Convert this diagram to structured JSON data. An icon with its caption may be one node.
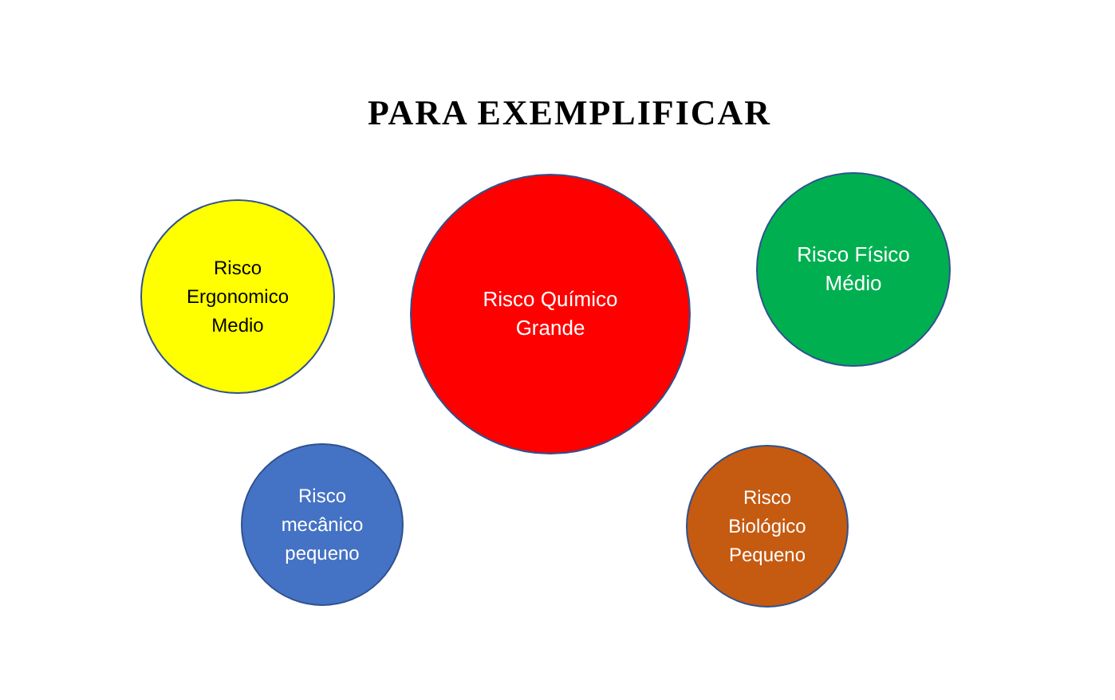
{
  "diagram": {
    "title": "PARA EXEMPLIFICAR",
    "nodes": [
      {
        "text": [
          "Risco Ergonomico Medio"
        ]
      },
      {
        "text": [
          "Risco Químico Grande"
        ]
      },
      {
        "text": [
          "Risco Físico Médio"
        ]
      },
      {
        "text": [
          "Risco mecânico pequeno"
        ]
      },
      {
        "text": [
          "Risco Biológico Pequeno"
        ]
      }
    ]
  }
}
